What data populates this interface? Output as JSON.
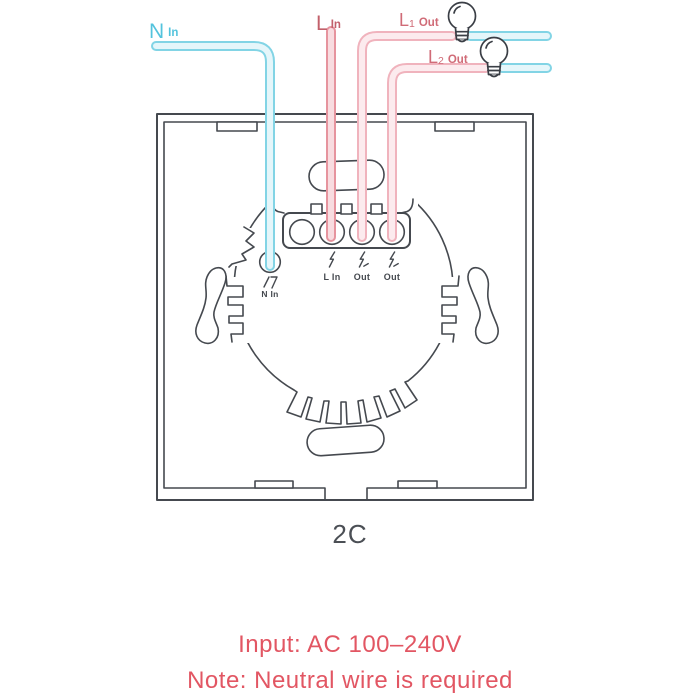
{
  "wires": {
    "neutral": {
      "letter": "N",
      "word": "In"
    },
    "live": {
      "letter": "L",
      "word": "In"
    },
    "l1": {
      "letter": "L",
      "sub": "1",
      "word": "Out"
    },
    "l2": {
      "letter": "L",
      "sub": "2",
      "word": "Out"
    }
  },
  "terminals": {
    "n": {
      "label": "N In"
    },
    "items": [
      {
        "label": "L In"
      },
      {
        "label": "Out"
      },
      {
        "label": "Out"
      }
    ]
  },
  "model_label": "2C",
  "footer": {
    "input": "Input: AC 100–240V",
    "note": "Note: Neutral wire is required"
  },
  "icons": [
    "bulb-icon",
    "lightning-bolt-icon",
    "neutral-symbol-icon"
  ],
  "colors": {
    "neutral_wire": "#82d4e5",
    "live_wire": "#e6949e",
    "load_wire": "#f0b3bd",
    "outline": "#45494f",
    "footer_text": "#e25663",
    "model_text": "#4b4f55",
    "neutral_label": "#53c3dd",
    "live_label": "#c2606b",
    "load_label": "#d06b77"
  }
}
